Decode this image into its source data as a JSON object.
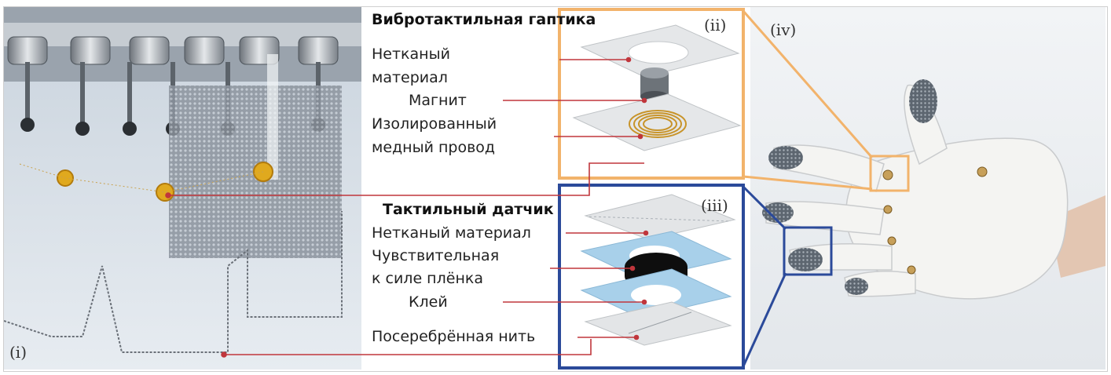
{
  "panels": {
    "i": "(i)",
    "ii": "(ii)",
    "iii": "(iii)",
    "iv": "(iv)"
  },
  "haptics": {
    "title": "Вибротактильная гаптика",
    "label_nonwoven_1": "Нетканый",
    "label_nonwoven_2": "материал",
    "label_magnet": "Магнит",
    "label_wire_1": "Изолированный",
    "label_wire_2": "медный провод"
  },
  "sensor": {
    "title": "Тактильный датчик",
    "label_nonwoven": "Нетканый материал",
    "label_film_1": "Чувствительная",
    "label_film_2": "к силе плёнка",
    "label_glue": "Клей",
    "label_thread": "Посеребрённая нить"
  },
  "colors": {
    "orange_box": "#f2b36b",
    "blue_box": "#2b4a9a",
    "leader_line": "#c0363c",
    "film": "#a8d0ea",
    "copper": "#c8942a"
  }
}
